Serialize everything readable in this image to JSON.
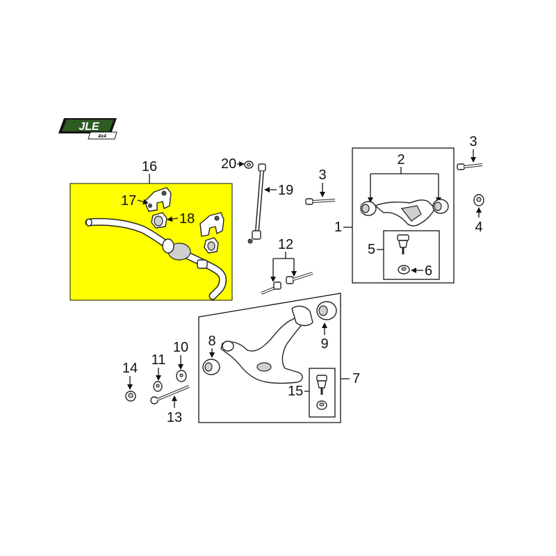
{
  "logo": {
    "brand": "JLE",
    "sub": "4x4",
    "colors": {
      "bg": "#2e5a23",
      "frame": "#111111",
      "text": "#ffffff"
    }
  },
  "highlight": {
    "color": "#ffff00"
  },
  "callouts": {
    "c1": "1",
    "c2": "2",
    "c3a": "3",
    "c3b": "3",
    "c4": "4",
    "c5": "5",
    "c6": "6",
    "c7": "7",
    "c8": "8",
    "c9": "9",
    "c10": "10",
    "c11": "11",
    "c12": "12",
    "c13": "13",
    "c14": "14",
    "c15": "15",
    "c16": "16",
    "c17": "17",
    "c18": "18",
    "c19": "19",
    "c20": "20"
  }
}
